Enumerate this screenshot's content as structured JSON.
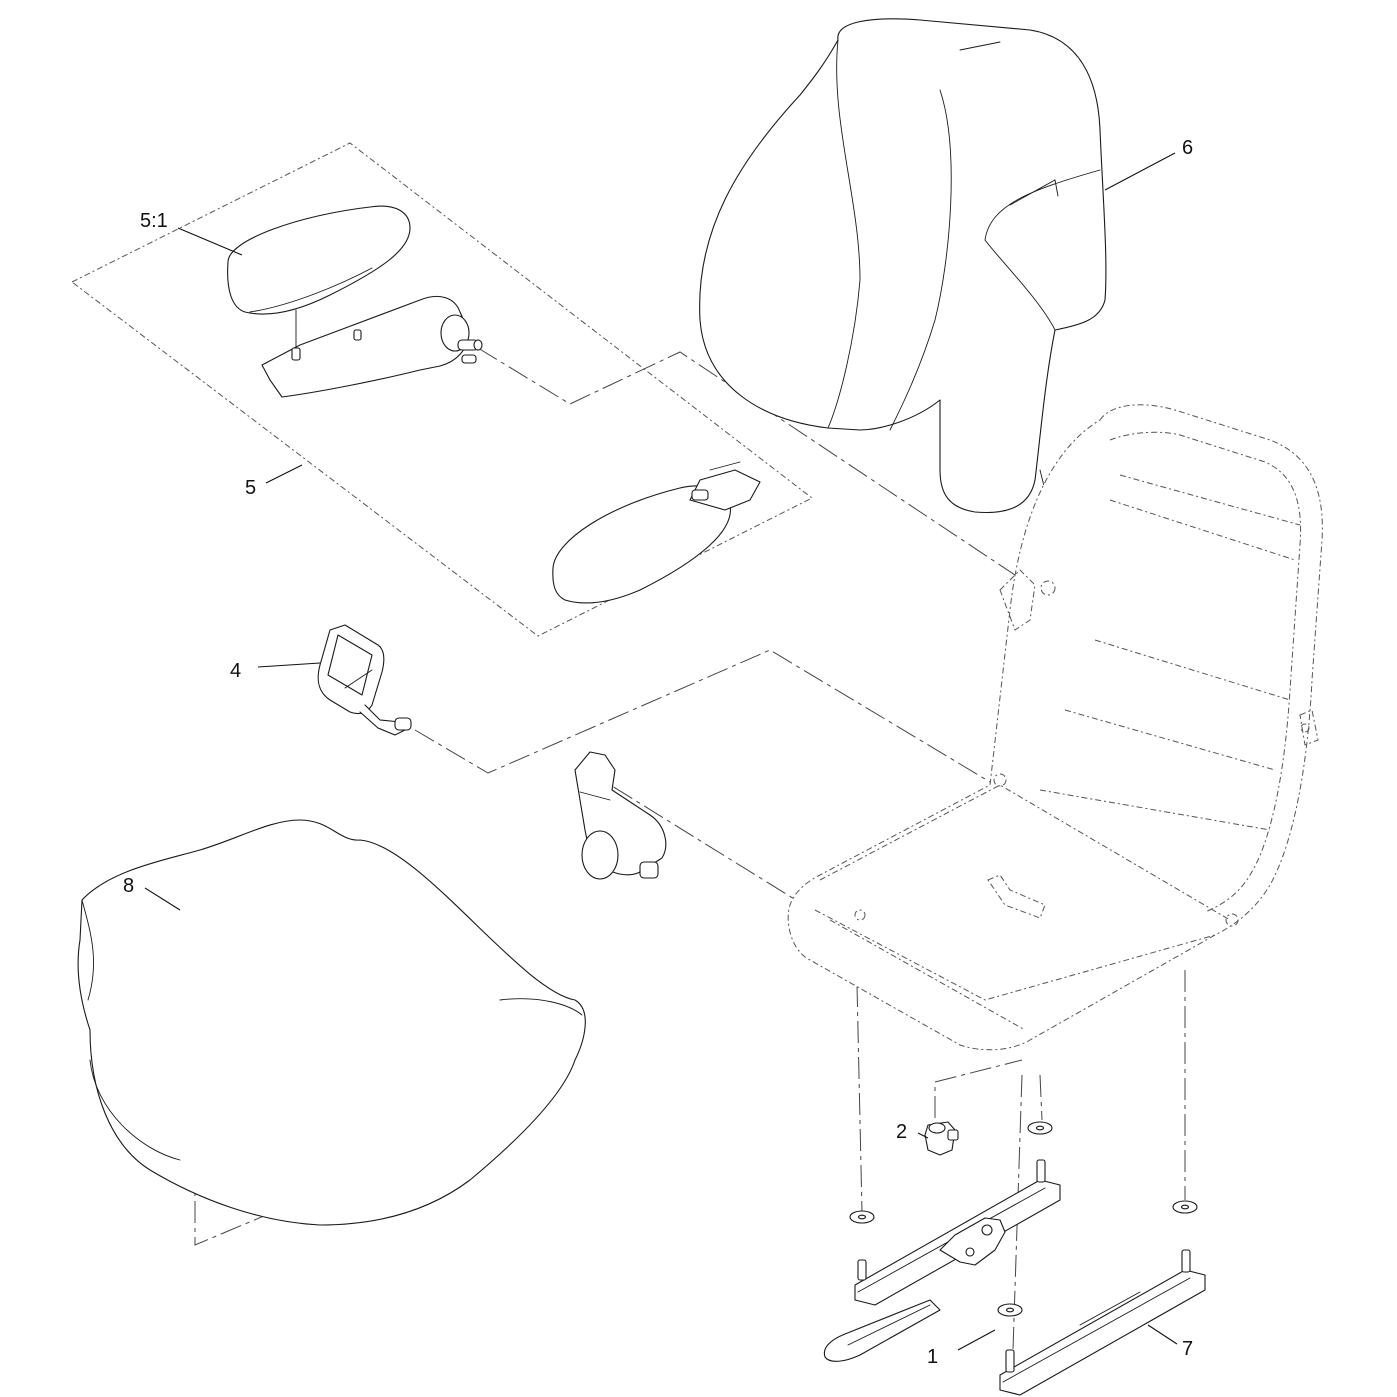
{
  "callouts": [
    {
      "id": "1",
      "label": "1"
    },
    {
      "id": "2",
      "label": "2"
    },
    {
      "id": "4",
      "label": "4"
    },
    {
      "id": "5",
      "label": "5"
    },
    {
      "id": "5-1",
      "label": "5:1"
    },
    {
      "id": "6",
      "label": "6"
    },
    {
      "id": "7",
      "label": "7"
    },
    {
      "id": "8",
      "label": "8"
    }
  ],
  "colors": {
    "line": "#1a1a1a",
    "background": "#ffffff"
  }
}
